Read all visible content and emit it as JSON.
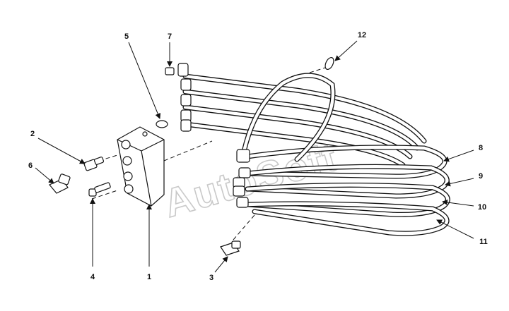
{
  "watermark": {
    "text": "AutoSoft"
  },
  "callouts": [
    {
      "id": "1",
      "label": "1"
    },
    {
      "id": "2",
      "label": "2"
    },
    {
      "id": "3",
      "label": "3"
    },
    {
      "id": "4",
      "label": "4"
    },
    {
      "id": "5",
      "label": "5"
    },
    {
      "id": "6",
      "label": "6"
    },
    {
      "id": "7",
      "label": "7"
    },
    {
      "id": "8",
      "label": "8"
    },
    {
      "id": "9",
      "label": "9"
    },
    {
      "id": "10",
      "label": "10"
    },
    {
      "id": "11",
      "label": "11"
    },
    {
      "id": "12",
      "label": "12"
    }
  ]
}
